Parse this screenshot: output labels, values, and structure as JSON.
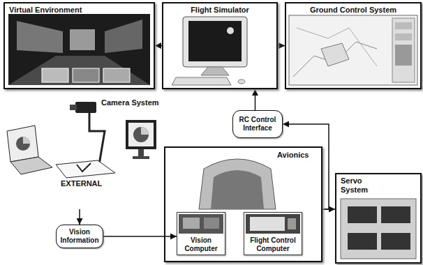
{
  "diagram": {
    "nodes": [
      {
        "text": [
          "Virtual Environment"
        ]
      },
      {
        "text": [
          "Flight Simulator"
        ]
      },
      {
        "text": [
          "Ground Control System"
        ]
      },
      {
        "text": [
          "Camera System",
          "EXTERNAL"
        ]
      },
      {
        "text": [
          "RC Control Interface"
        ]
      },
      {
        "text": [
          "Vision Information"
        ]
      },
      {
        "text": [
          "Avionics"
        ]
      },
      {
        "text": [
          "Vision Computer"
        ],
        "in": 6
      },
      {
        "text": [
          "Flight Control Computer"
        ],
        "in": 6
      },
      {
        "text": [
          "Servo System"
        ]
      }
    ],
    "edges": [
      {
        "from": 1,
        "to": 0,
        "arrow": "to"
      },
      {
        "from": 1,
        "to": 2,
        "arrow": "to"
      },
      {
        "from": 3,
        "to": 5,
        "arrow": "to"
      },
      {
        "from": 5,
        "to": 7,
        "arrow": "to"
      },
      {
        "from": 6,
        "to": 4,
        "arrow": "to"
      },
      {
        "from": 4,
        "to": 1,
        "arrow": "to"
      },
      {
        "from": 6,
        "to": 9,
        "arrow": "to"
      }
    ]
  }
}
